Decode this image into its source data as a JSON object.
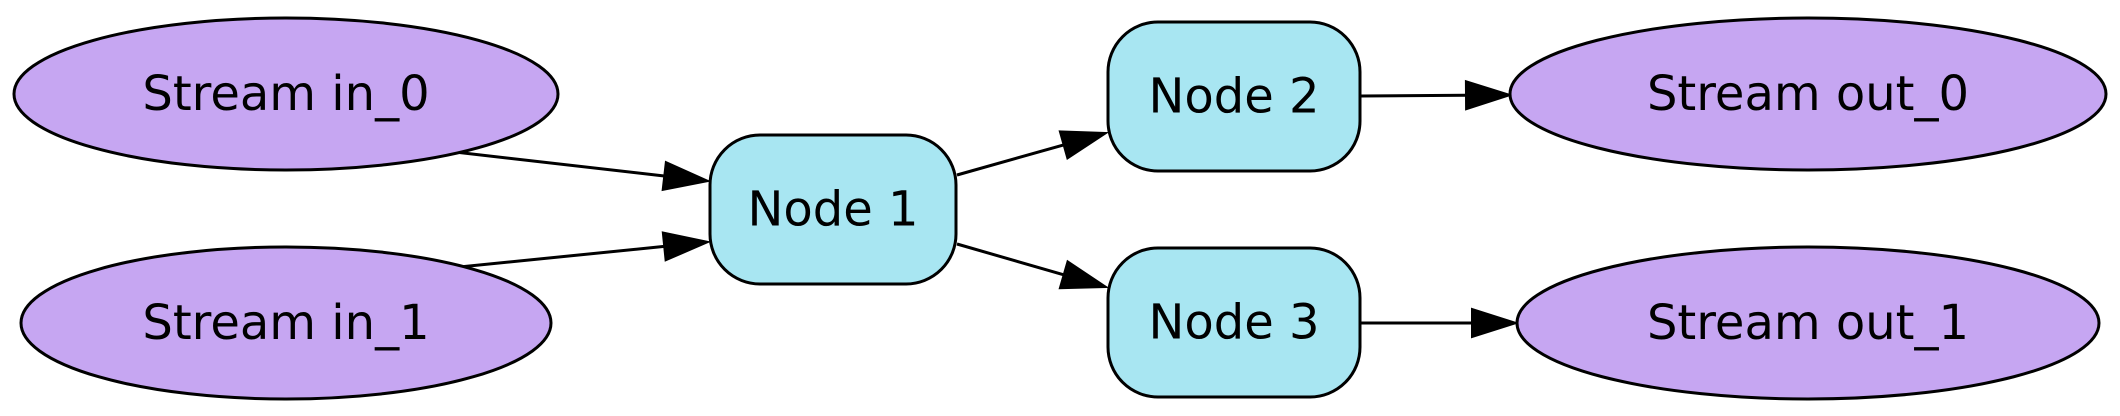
{
  "colors": {
    "stream_fill": "#c6a6f2",
    "node_fill": "#a8e6f2",
    "stroke": "#000000",
    "background": "#ffffff"
  },
  "nodes": [
    {
      "id": "stream-in-0",
      "kind": "stream",
      "label": "Stream in_0"
    },
    {
      "id": "stream-in-1",
      "kind": "stream",
      "label": "Stream in_1"
    },
    {
      "id": "node-1",
      "kind": "process",
      "label": "Node 1"
    },
    {
      "id": "node-2",
      "kind": "process",
      "label": "Node 2"
    },
    {
      "id": "node-3",
      "kind": "process",
      "label": "Node 3"
    },
    {
      "id": "stream-out-0",
      "kind": "stream",
      "label": "Stream out_0"
    },
    {
      "id": "stream-out-1",
      "kind": "stream",
      "label": "Stream out_1"
    }
  ],
  "edges": [
    {
      "from": "stream-in-0",
      "to": "node-1"
    },
    {
      "from": "stream-in-1",
      "to": "node-1"
    },
    {
      "from": "node-1",
      "to": "node-2"
    },
    {
      "from": "node-1",
      "to": "node-3"
    },
    {
      "from": "node-2",
      "to": "stream-out-0"
    },
    {
      "from": "node-3",
      "to": "stream-out-1"
    }
  ]
}
